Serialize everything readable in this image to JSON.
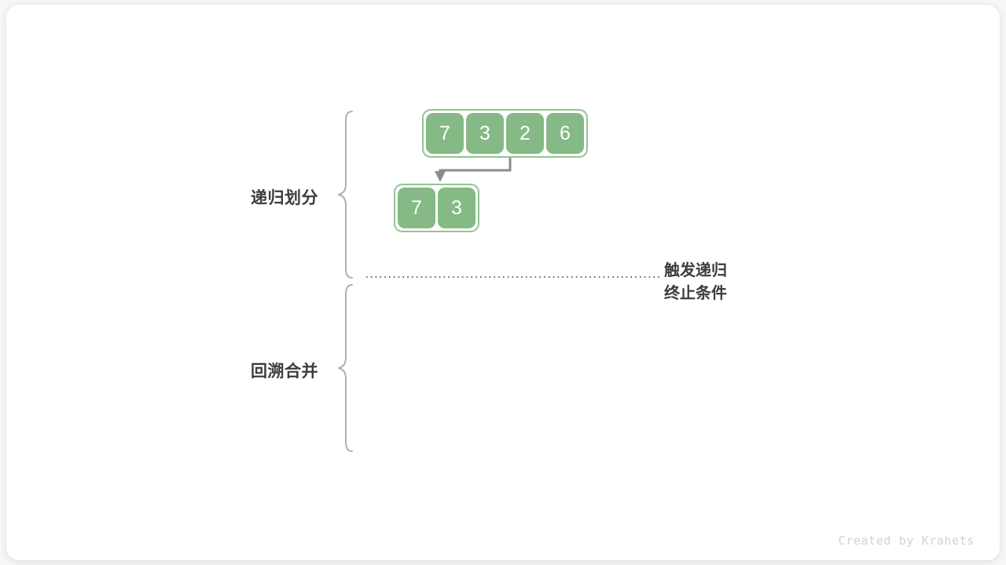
{
  "canvas": {
    "background": "#f7f7f7",
    "card_background": "#ffffff"
  },
  "colors": {
    "cell_fill": "#85b985",
    "array_border": "#93c393",
    "cell_text": "#ffffff",
    "label_text": "#3c3c3c",
    "brace": "#b0b0b0",
    "arrow": "#8c8c8c",
    "divider": "#6b6b6b",
    "watermark": "#d2d2d2"
  },
  "sections": {
    "divide": {
      "label": "递归划分"
    },
    "merge": {
      "label": "回溯合并"
    }
  },
  "annotation": {
    "line1": "触发递归",
    "line2": "终止条件"
  },
  "arrays": [
    {
      "name": "array-top",
      "values": [
        "7",
        "3",
        "2",
        "6"
      ]
    },
    {
      "name": "array-left",
      "values": [
        "7",
        "3"
      ]
    }
  ],
  "watermark": {
    "text": "Created by Krahets"
  }
}
